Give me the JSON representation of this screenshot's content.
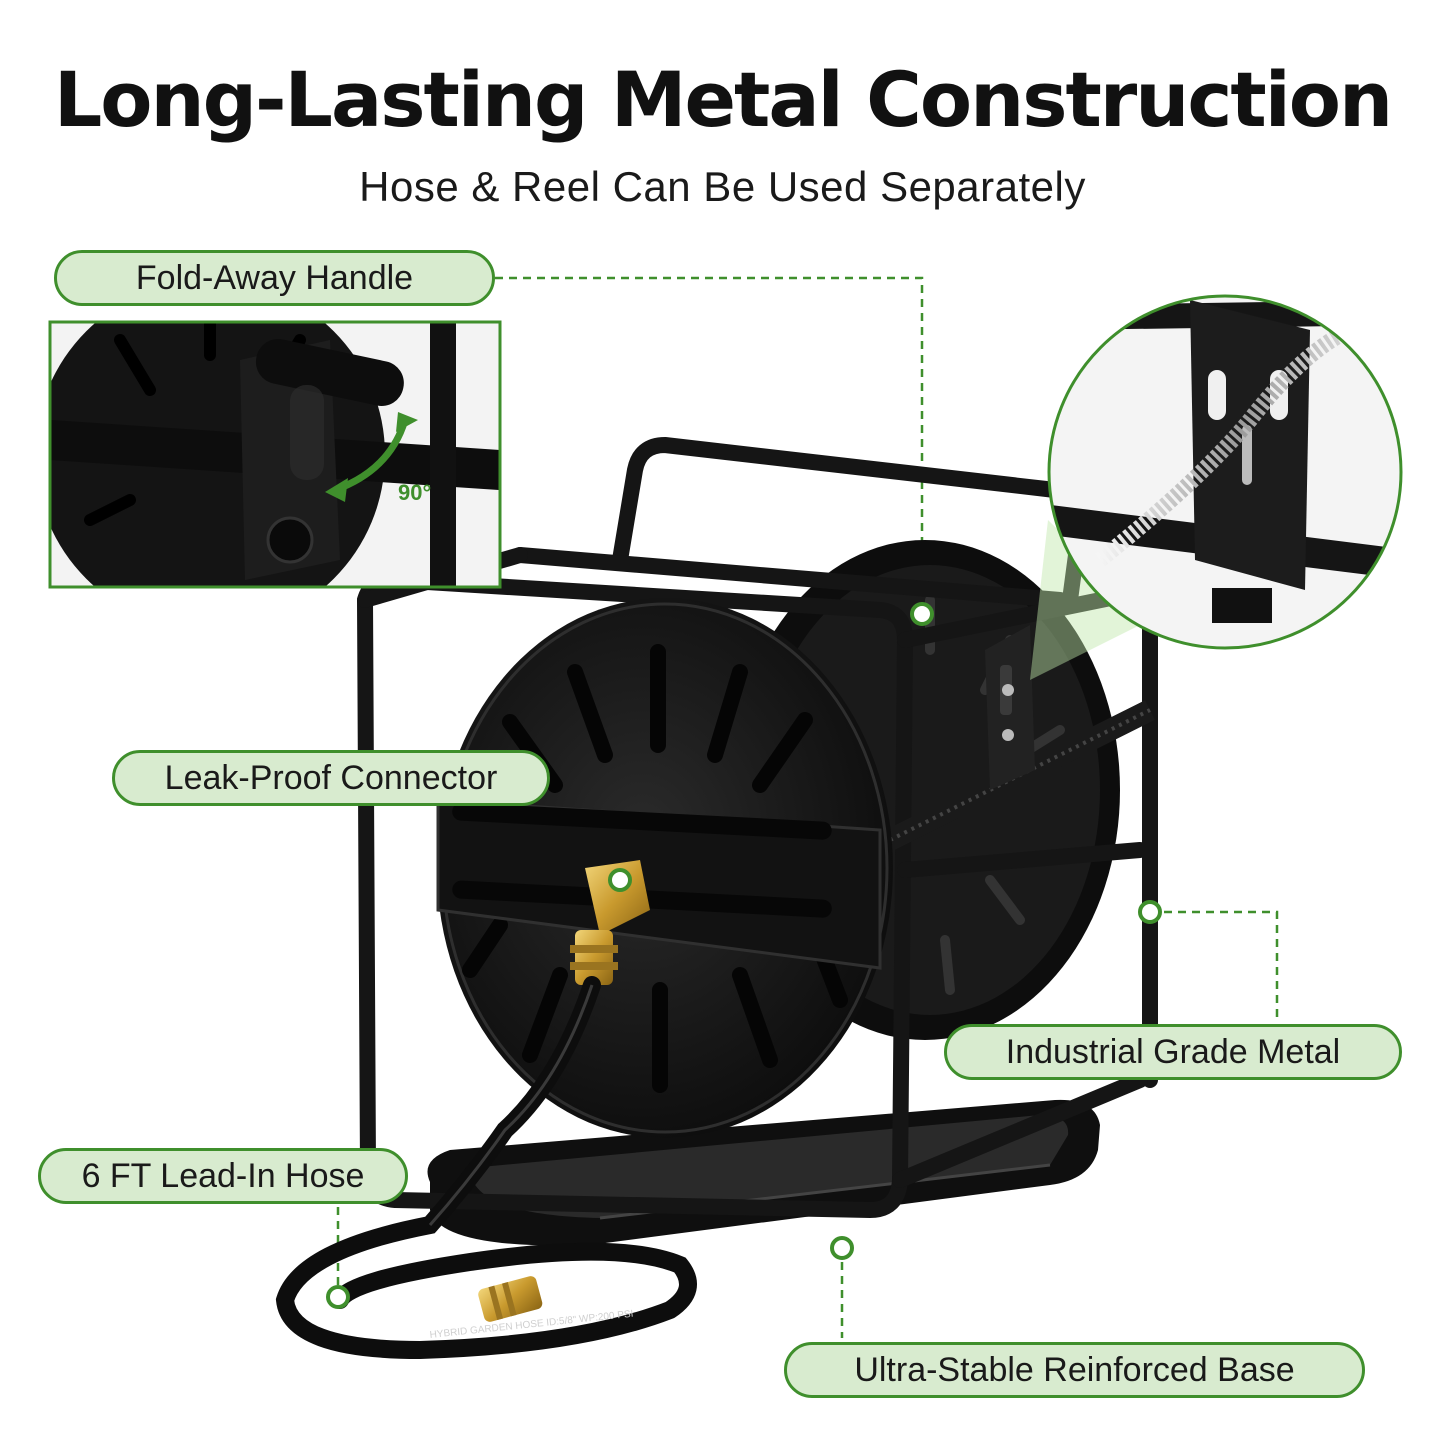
{
  "header": {
    "title": "Long-Lasting Metal Construction",
    "subtitle": "Hose & Reel Can Be Used Separately"
  },
  "callouts": {
    "handle": "Fold-Away Handle",
    "connector": "Leak-Proof Connector",
    "metal": "Industrial Grade Metal",
    "hose": "6 FT Lead-In Hose",
    "base": "Ultra-Stable Reinforced Base"
  },
  "inset": {
    "rotation_label": "90°"
  },
  "hose_print": {
    "text": "HYBRID GARDEN HOSE ID:5/8\" WP:200 PSI"
  },
  "colors": {
    "accent": "#3f8f2c",
    "pill_fill": "#d8ebcf",
    "product": "#141414"
  }
}
